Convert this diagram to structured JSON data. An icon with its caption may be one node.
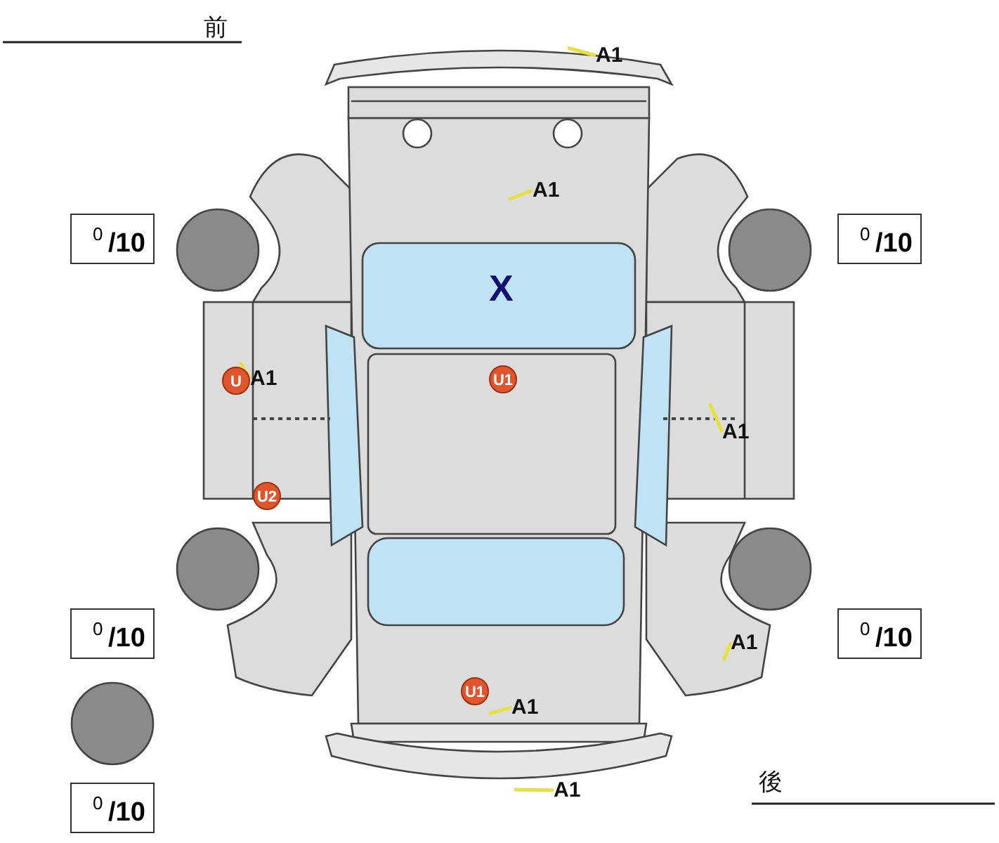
{
  "diagram": {
    "nodes": [
      {
        "text": [
          "A1"
        ]
      },
      {
        "text": [
          "A1"
        ]
      },
      {
        "text": [
          "0",
          "/10"
        ]
      },
      {
        "text": [
          "0",
          "/10"
        ]
      },
      {
        "text": [
          "U"
        ]
      },
      {
        "text": [
          "A1"
        ]
      },
      {
        "text": [
          "U1"
        ]
      },
      {
        "text": [
          "A1"
        ]
      },
      {
        "text": [
          "U2"
        ]
      },
      {
        "text": [
          "0",
          "/10"
        ]
      },
      {
        "text": [
          "0",
          "/10"
        ]
      },
      {
        "text": [
          "A1"
        ]
      },
      {
        "text": [
          "U1"
        ]
      },
      {
        "text": [
          "A1"
        ]
      },
      {
        "text": [
          "A1"
        ]
      },
      {
        "text": [
          "0",
          "/10"
        ]
      }
    ],
    "edges": [
      {
        "from": 0,
        "to": null,
        "arrow": "none"
      },
      {
        "from": 1,
        "to": null,
        "arrow": "none"
      },
      {
        "from": 5,
        "to": null,
        "arrow": "none"
      },
      {
        "from": 7,
        "to": null,
        "arrow": "none"
      },
      {
        "from": 11,
        "to": null,
        "arrow": "none"
      },
      {
        "from": 13,
        "to": null,
        "arrow": "none"
      },
      {
        "from": 14,
        "to": null,
        "arrow": "none"
      }
    ],
    "labels": [
      "前",
      "X",
      "後"
    ]
  }
}
